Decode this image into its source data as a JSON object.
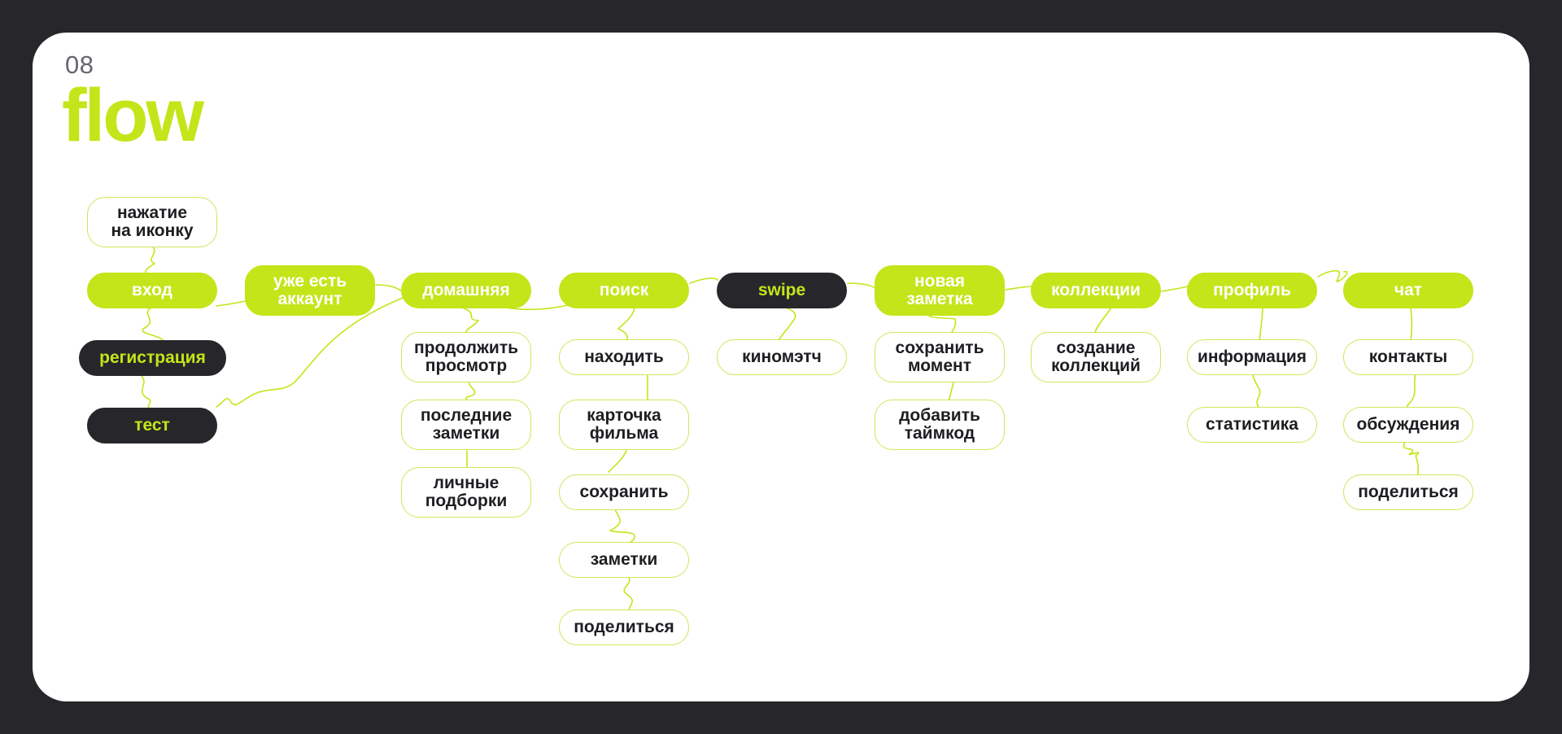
{
  "slide": {
    "number": "08",
    "title": "flow"
  },
  "colors": {
    "accent": "#c4e519",
    "background": "#27272b",
    "card": "#ffffff",
    "text": "#1e1e22"
  },
  "nodes": {
    "tap_icon": "нажатие\nна иконку",
    "login": "вход",
    "registration": "регистрация",
    "test": "тест",
    "has_account": "уже есть\nаккаунт",
    "home": "домашняя",
    "continue_watching": "продолжить\nпросмотр",
    "recent_notes": "последние\nзаметки",
    "personal_picks": "личные\nподборки",
    "search": "поиск",
    "find": "находить",
    "movie_card": "карточка\nфильма",
    "save": "сохранить",
    "notes": "заметки",
    "share_notes": "поделиться",
    "swipe": "swipe",
    "kinomatch": "киномэтч",
    "new_note": "новая\nзаметка",
    "save_moment": "сохранить\nмомент",
    "add_timecode": "добавить\nтаймкод",
    "collections": "коллекции",
    "create_collections": "создание\nколлекций",
    "profile": "профиль",
    "info": "информация",
    "statistics": "статистика",
    "chat": "чат",
    "contacts": "контакты",
    "discussions": "обсуждения",
    "share_chat": "поделиться"
  }
}
